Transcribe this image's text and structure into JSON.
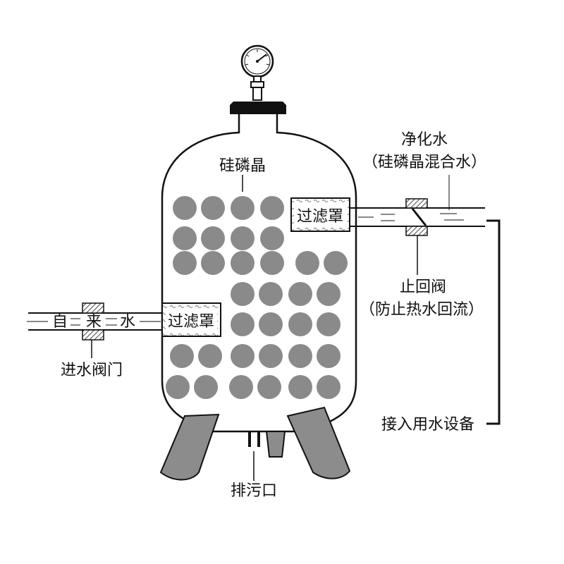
{
  "diagram": {
    "labels": {
      "crystal": "硅磷晶",
      "purified_line1": "净化水",
      "purified_line2": "（硅磷晶混合水）",
      "filter_top": "过滤罩",
      "filter_bottom": "过滤罩",
      "inlet_char1": "自",
      "inlet_char2": "来",
      "inlet_char3": "水",
      "inlet_valve": "进水阀门",
      "check_valve_line1": "止回阀",
      "check_valve_line2": "（防止热水回流）",
      "equipment": "接入用水设备",
      "drain": "排污口"
    },
    "colors": {
      "outline": "#111111",
      "ball": "#8a8a8a",
      "leg": "#8c8c8c",
      "cap": "#111111",
      "valve_hatch": "#444444"
    },
    "icons": {
      "gauge": "pressure-gauge-icon",
      "check_valve": "check-valve-icon",
      "inlet_valve": "inlet-valve-icon"
    }
  }
}
